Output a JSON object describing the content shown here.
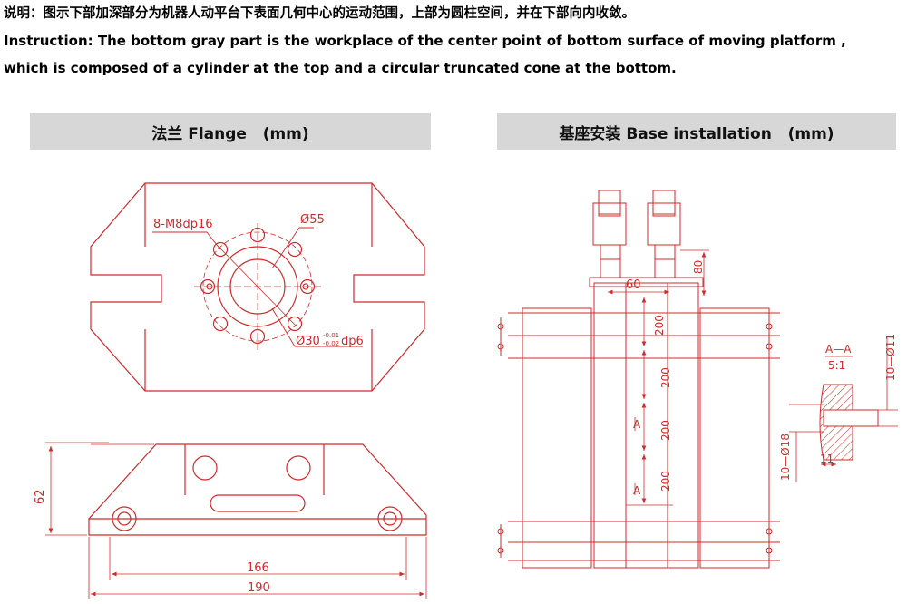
{
  "notes": {
    "cn": "说明：图示下部加深部分为机器人动平台下表面几何中心的运动范围，上部为圆柱空间，并在下部向内收敛。",
    "en_line1": "Instruction: The bottom gray part is the workplace of the center  point of bottom surface of moving platform ,",
    "en_line2": "which is composed of a cylinder at the top and a circular truncated cone at the bottom."
  },
  "sections": {
    "flange_title": "法兰 Flange   (mm)",
    "base_title": "基座安装 Base installation   (mm)"
  },
  "flange": {
    "holes_label": "8-M8dp16",
    "pcd_label": "Ø55",
    "bore_label": "Ø30",
    "bore_tol_upper": "-0.01",
    "bore_tol_lower": "-0.02",
    "bore_depth": "dp6",
    "height_dim": "62",
    "inner_width_dim": "166",
    "outer_width_dim": "190"
  },
  "base": {
    "dim_60": "60",
    "dim_80": "80",
    "dim_200": "200",
    "section_mark": "A",
    "section_title": "A—A",
    "section_scale": "5:1",
    "dim_d11": "10—Ø11",
    "dim_d18": "10—Ø18",
    "dim_11": "11"
  },
  "colors": {
    "drawing": "#d12a2a",
    "header_bar": "#d7d7d7",
    "hatch": "#d12a2a"
  }
}
